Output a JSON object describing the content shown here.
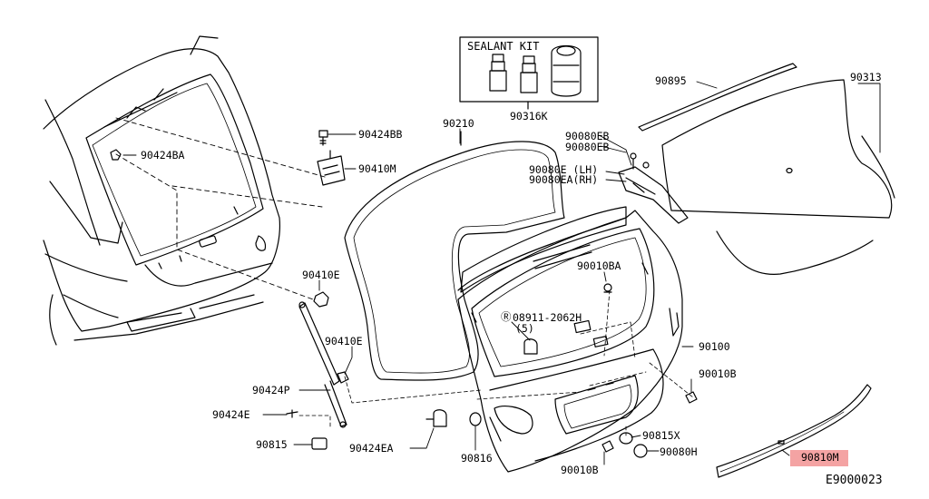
{
  "diagram_code": "E9000023",
  "sealant_kit": {
    "title": "SEALANT KIT",
    "part_no": "90316K"
  },
  "labels": {
    "p90424BA": "90424BA",
    "p90424BB": "90424BB",
    "p90410M": "90410M",
    "p90210": "90210",
    "p90895": "90895",
    "p90313": "90313",
    "p90080EB": "90080EB",
    "p90080EB_2": "90080EB",
    "p90080E": "90080E (LH)",
    "p90080EA": "90080EA(RH)",
    "p90410E_top": "90410E",
    "p90010BA": "90010BA",
    "p08911": "08911-2062H",
    "p08911_qty": "(5)",
    "p90100": "90100",
    "p90410E_mid": "90410E",
    "p90010B_right": "90010B",
    "p90424P": "90424P",
    "p90424E": "90424E",
    "p90815": "90815",
    "p90424EA": "90424EA",
    "p90816": "90816",
    "p90815X": "90815X",
    "p90080H": "90080H",
    "p90010B_bottom": "90010B",
    "p90810M": "90810M"
  },
  "highlight": {
    "part": "90810M",
    "color": "#f4a3a3"
  }
}
